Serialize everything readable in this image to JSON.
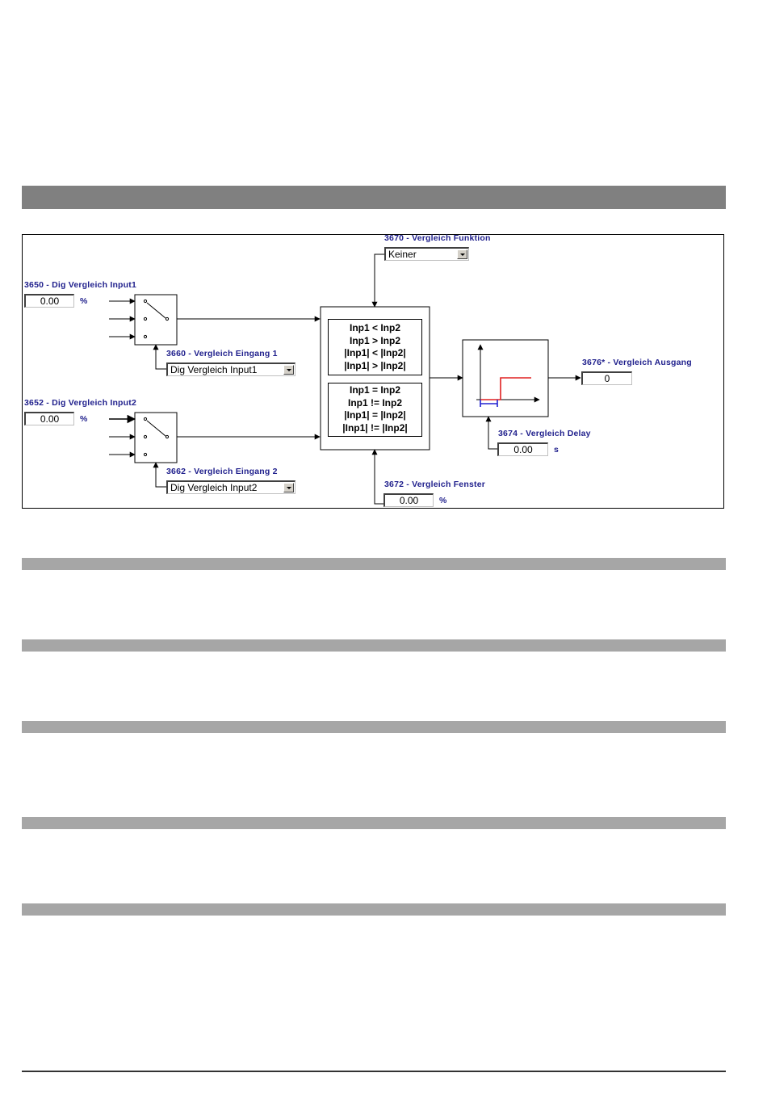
{
  "params": {
    "input1": {
      "label": "3650 - Dig Vergleich Input1",
      "value": "0.00",
      "unit": "%"
    },
    "input2": {
      "label": "3652 - Dig Vergleich Input2",
      "value": "0.00",
      "unit": "%"
    },
    "eingang1": {
      "label": "3660 - Vergleich Eingang 1",
      "selected": "Dig Vergleich Input1"
    },
    "eingang2": {
      "label": "3662 - Vergleich Eingang 2",
      "selected": "Dig Vergleich Input2"
    },
    "funktion": {
      "label": "3670 - Vergleich Funktion",
      "selected": "Keiner"
    },
    "fenster": {
      "label": "3672 - Vergleich Fenster",
      "value": "0.00",
      "unit": "%"
    },
    "delay": {
      "label": "3674 - Vergleich Delay",
      "value": "0.00",
      "unit": "s"
    },
    "ausgang": {
      "label": "3676* - Vergleich Ausgang",
      "value": "0"
    }
  },
  "functions": {
    "group1": [
      "Inp1 < Inp2",
      "Inp1 > Inp2",
      "|Inp1| < |Inp2|",
      "|Inp1| > |Inp2|"
    ],
    "group2": [
      "Inp1 = Inp2",
      "Inp1 != Inp2",
      "|Inp1| = |Inp2|",
      "|Inp1| != |Inp2|"
    ]
  },
  "colors": {
    "label_text": "#1f1f8c",
    "step_line": "#e02020",
    "delay_marker": "#2020d0",
    "band_dark": "#808080",
    "band_light": "#a6a6a6"
  }
}
